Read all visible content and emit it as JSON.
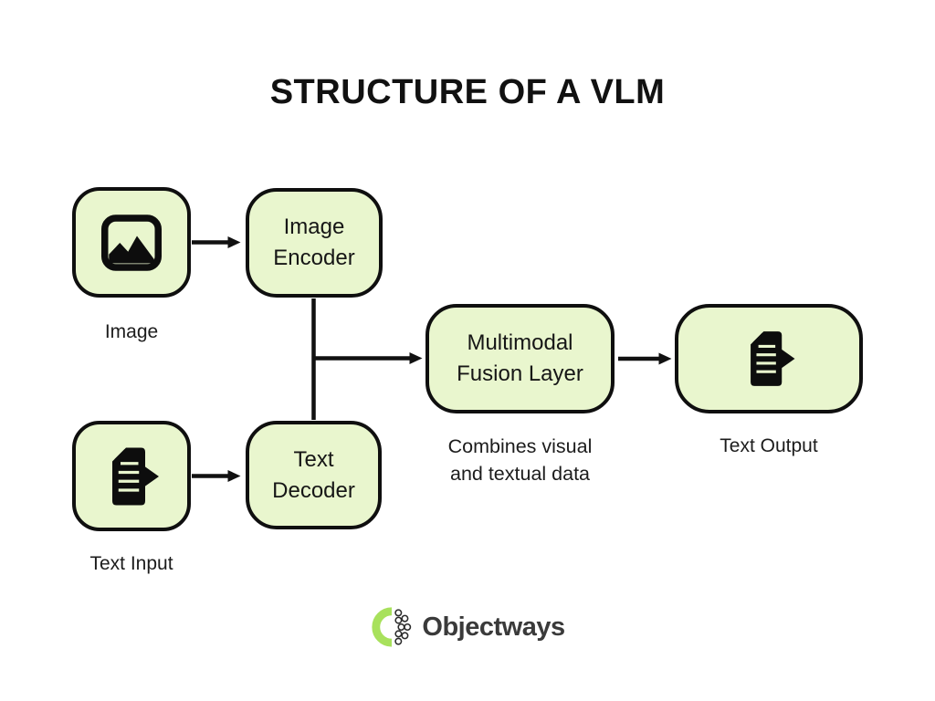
{
  "title": "STRUCTURE OF A VLM",
  "colors": {
    "node_fill": "#e9f6ce",
    "node_border": "#0f0f0f",
    "connector": "#111111",
    "logo_green": "#a8e15c",
    "brand_text": "#3a3a3a"
  },
  "nodes": {
    "image": {
      "label": "Image",
      "icon": "image-icon"
    },
    "image_encoder": {
      "lines": [
        "Image",
        "Encoder"
      ]
    },
    "text_input": {
      "label": "Text Input",
      "icon": "document-arrow-icon"
    },
    "text_decoder": {
      "lines": [
        "Text",
        "Decoder"
      ]
    },
    "fusion": {
      "lines": [
        "Multimodal",
        "Fusion Layer"
      ],
      "caption": [
        "Combines visual",
        "and textual data"
      ]
    },
    "text_output": {
      "label": "Text Output",
      "icon": "document-arrow-icon"
    }
  },
  "footer": {
    "brand": "Objectways",
    "icon": "objectways-ring-icon"
  }
}
